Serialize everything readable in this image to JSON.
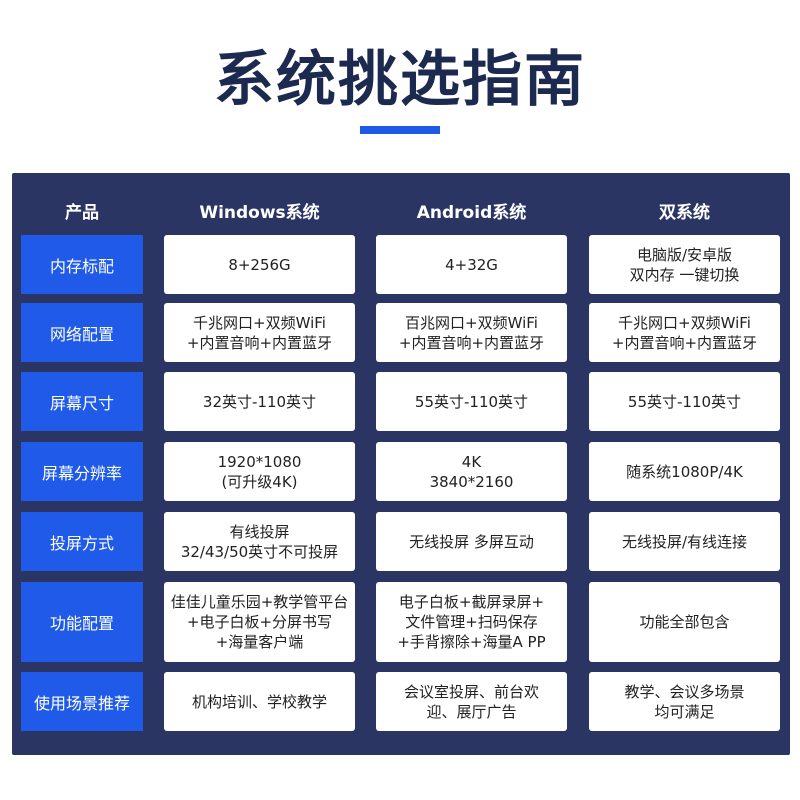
{
  "title": "系统挑选指南",
  "accent_color": "#1f5ae6",
  "panel_color": "#2b3564",
  "table": {
    "headers": [
      "产品",
      "Windows系统",
      "Android系统",
      "双系统"
    ],
    "rows": [
      {
        "label": "内存标配",
        "cells": [
          "8+256G",
          "4+32G",
          "电脑版/安卓版\n双内存 一键切换"
        ]
      },
      {
        "label": "网络配置",
        "cells": [
          "千兆网口+双频WiFi\n+内置音响+内置蓝牙",
          "百兆网口+双频WiFi\n+内置音响+内置蓝牙",
          "千兆网口+双频WiFi\n+内置音响+内置蓝牙"
        ]
      },
      {
        "label": "屏幕尺寸",
        "cells": [
          "32英寸-110英寸",
          "55英寸-110英寸",
          "55英寸-110英寸"
        ]
      },
      {
        "label": "屏幕分辨率",
        "cells": [
          "1920*1080\n(可升级4K)",
          "4K\n3840*2160",
          "随系统1080P/4K"
        ]
      },
      {
        "label": "投屏方式",
        "cells": [
          "有线投屏\n32/43/50英寸不可投屏",
          "无线投屏 多屏互动",
          "无线投屏/有线连接"
        ]
      },
      {
        "label": "功能配置",
        "cells": [
          "佳佳儿童乐园+教学管平台\n+电子白板+分屏书写\n+海量客户端",
          "电子白板+截屏录屏+\n文件管理+扫码保存\n+手背擦除+海量A PP",
          "功能全部包含"
        ]
      },
      {
        "label": "使用场景推荐",
        "cells": [
          "机构培训、学校教学",
          "会议室投屏、前台欢\n迎、展厅广告",
          "教学、会议多场景\n均可满足"
        ]
      }
    ]
  }
}
